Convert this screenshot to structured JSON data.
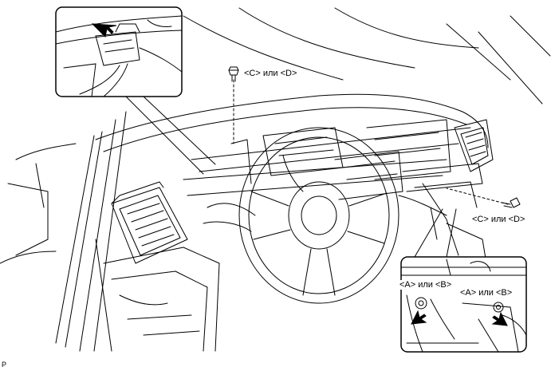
{
  "labels": {
    "bolt_top": "<C> или <D>",
    "bolt_right": "<C> или <D>",
    "inset_left": "<A> или <B>",
    "inset_right": "<A> или <B>"
  },
  "corner_text": "P",
  "colors": {
    "line": "#000000",
    "background": "#ffffff"
  }
}
